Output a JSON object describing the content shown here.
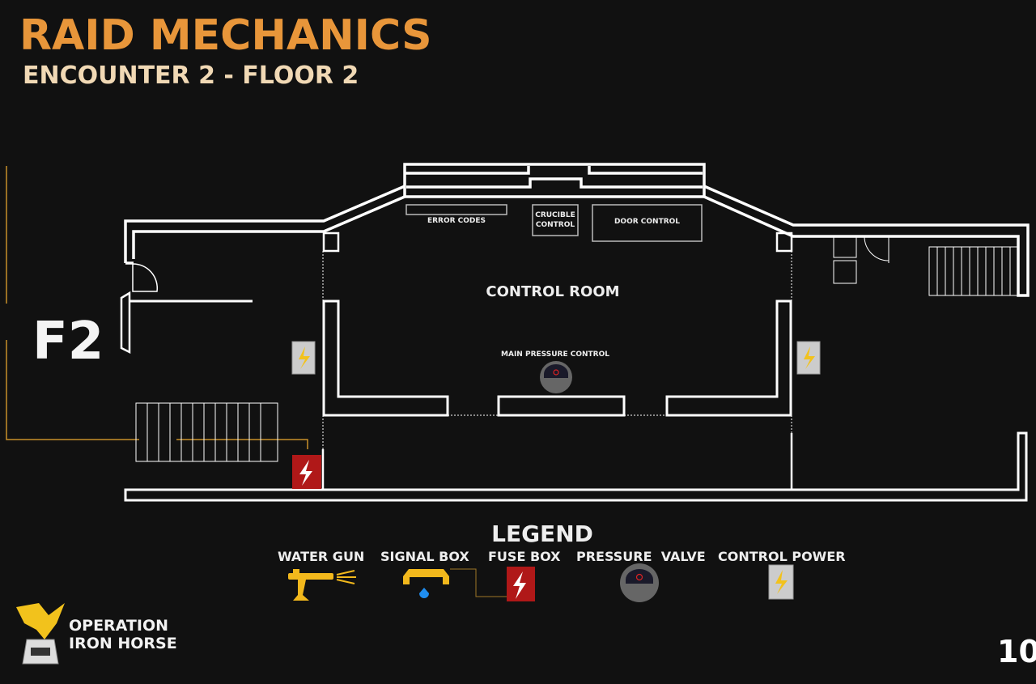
{
  "header": {
    "title": "RAID MECHANICS",
    "subtitle": "ENCOUNTER 2 - FLOOR 2"
  },
  "floor_label": "F2",
  "map": {
    "room_name": "CONTROL ROOM",
    "stations": {
      "error_codes": "ERROR CODES",
      "crucible_line1": "CRUCIBLE",
      "crucible_line2": "CONTROL",
      "door_control": "DOOR CONTROL",
      "main_pressure": "MAIN PRESSURE CONTROL"
    }
  },
  "legend": {
    "title": "LEGEND",
    "items": [
      {
        "label": "WATER GUN",
        "icon": "water-gun-icon"
      },
      {
        "label": "SIGNAL BOX",
        "icon": "signal-box-icon"
      },
      {
        "label": "FUSE BOX",
        "icon": "fuse-box-icon"
      },
      {
        "label": "PRESSURE  VALVE",
        "icon": "pressure-valve-icon"
      },
      {
        "label": "CONTROL POWER",
        "icon": "control-power-icon"
      }
    ]
  },
  "branding": {
    "line1": "OPERATION",
    "line2": "IRON HORSE"
  },
  "page_number": "10",
  "colors": {
    "accent": "#e8963a",
    "subtitle": "#f1d9b5",
    "fuse": "#b01818",
    "signal": "#f2b81c",
    "water": "#1f8ef1"
  }
}
